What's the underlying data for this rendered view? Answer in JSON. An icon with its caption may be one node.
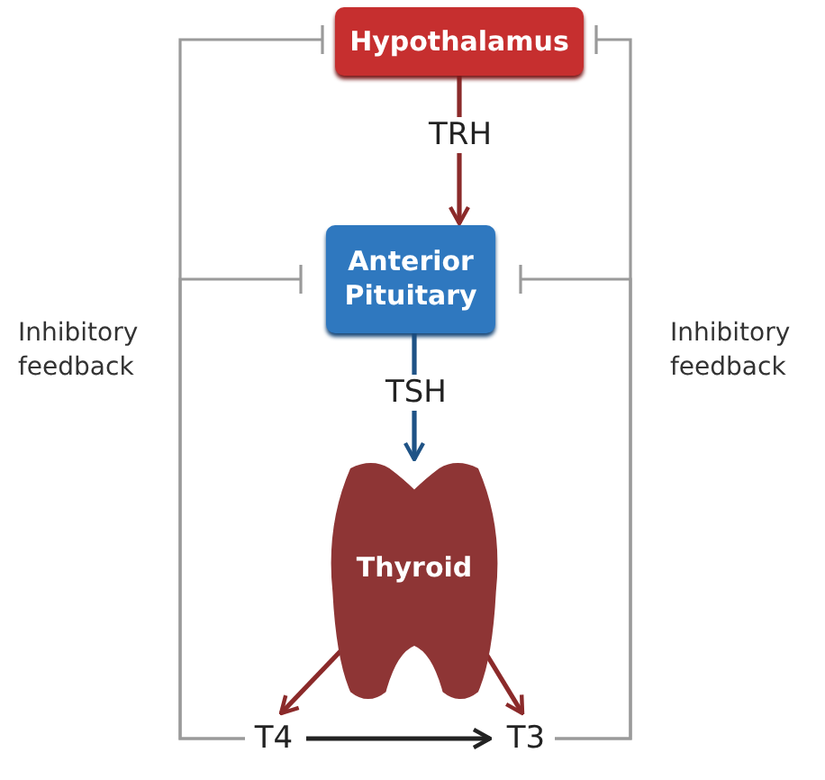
{
  "diagram": {
    "nodes": [
      {
        "text": [
          "Hypothalamus"
        ]
      },
      {
        "text": [
          "Anterior Pituitary"
        ]
      },
      {
        "text": [
          "Thyroid"
        ]
      },
      {
        "text": [
          "T4"
        ]
      },
      {
        "text": [
          "T3"
        ]
      }
    ],
    "edges": [
      {
        "from": 0,
        "to": 1,
        "arrow": "to",
        "label": "TRH",
        "color": "#8b2a2a"
      },
      {
        "from": 1,
        "to": 2,
        "arrow": "to",
        "label": "TSH",
        "color": "#1f5386"
      },
      {
        "from": 2,
        "to": 3,
        "arrow": "to",
        "color": "#8b2a2a"
      },
      {
        "from": 2,
        "to": 4,
        "arrow": "to",
        "color": "#8b2a2a"
      },
      {
        "from": 3,
        "to": 4,
        "arrow": "to",
        "color": "#222222"
      },
      {
        "from": 3,
        "to": 0,
        "arrow": "other",
        "color": "#9a9a9a"
      },
      {
        "from": 3,
        "to": 1,
        "arrow": "other",
        "color": "#9a9a9a"
      },
      {
        "from": 4,
        "to": 0,
        "arrow": "other",
        "color": "#9a9a9a"
      },
      {
        "from": 4,
        "to": 1,
        "arrow": "other",
        "color": "#9a9a9a"
      }
    ],
    "labels": [
      "Inhibitory feedback",
      "Inhibitory feedback"
    ]
  }
}
